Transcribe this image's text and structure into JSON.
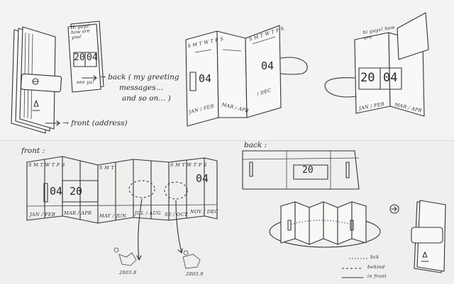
{
  "sketch": {
    "top": {
      "back_annotation": "→ back ( my greeting",
      "back_annotation_2": "messages...",
      "back_annotation_3": "and so on... )",
      "front_annotation": "→ front (address)",
      "card_note": "Hi guys! how are you!",
      "card_sign": "see ya!",
      "card_day": "20",
      "card_month": "04",
      "days_header": "S M T W T F S",
      "mid_day": "04",
      "mid_day_right": "04",
      "mid_label_left": "JAN / FEB",
      "mid_label_right": "MAR / APR",
      "mid_label_dec": "/ DEC",
      "right_note": "hi guys! how are",
      "right_day": "20",
      "right_month": "04",
      "right_label_left": "JAN / FEB",
      "right_label_right": "MAR / APR"
    },
    "bottom": {
      "front_label": "front :",
      "back_label": "back :",
      "days_header": "S M T W T F S",
      "days_short": "S M T",
      "panel_day": "04",
      "panel_day_2": "20",
      "panel_day_end": "04",
      "back_day": "20",
      "month_labels": [
        "JAN / FEB",
        "MAR / APR",
        "MAY / JUN",
        "JUL / AUG",
        "SE / OCT",
        "NOV / DEC"
      ],
      "date_left": "2003.8",
      "date_right": "2003.9",
      "legend": [
        {
          "key": "dotted",
          "label": "bck"
        },
        {
          "key": "dashed",
          "label": "behind"
        },
        {
          "key": "solid",
          "label": "in front"
        }
      ]
    }
  }
}
